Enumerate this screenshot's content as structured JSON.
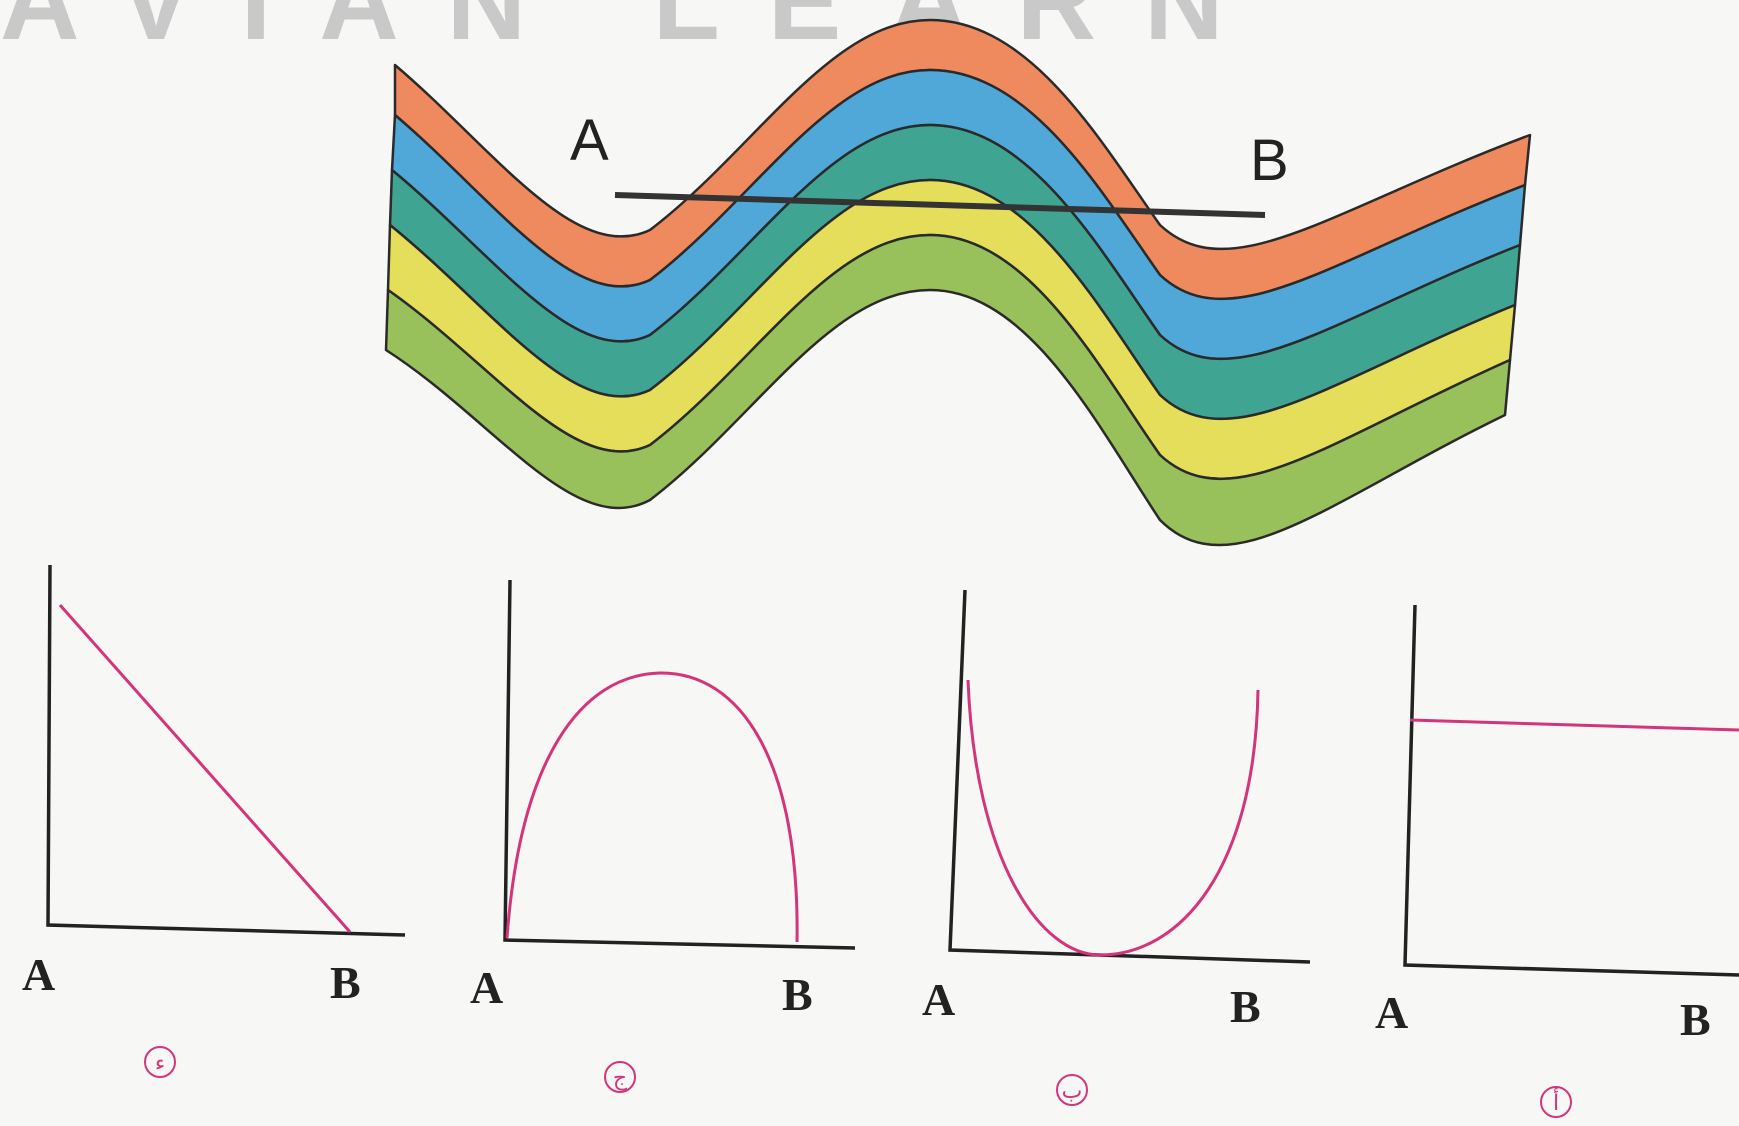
{
  "watermark": "AVIAN LEARN",
  "fold_diagram": {
    "point_a": "A",
    "point_b": "B",
    "layers": [
      {
        "name": "orange",
        "color": "#ee8a5e"
      },
      {
        "name": "blue",
        "color": "#4fa8d8"
      },
      {
        "name": "teal",
        "color": "#3fa592"
      },
      {
        "name": "yellow",
        "color": "#e5de5a"
      },
      {
        "name": "green",
        "color": "#98c15c"
      }
    ]
  },
  "options": [
    {
      "symbol": "ء",
      "start": "A",
      "end": "B",
      "curve": "decreasing-line"
    },
    {
      "symbol": "ج",
      "start": "A",
      "end": "B",
      "curve": "arch"
    },
    {
      "symbol": "ب",
      "start": "A",
      "end": "B",
      "curve": "u-curve"
    },
    {
      "symbol": "أ",
      "start": "A",
      "end": "B",
      "curve": "horizontal-line"
    }
  ],
  "colors": {
    "curve": "#d4347a",
    "axis": "#222222"
  }
}
